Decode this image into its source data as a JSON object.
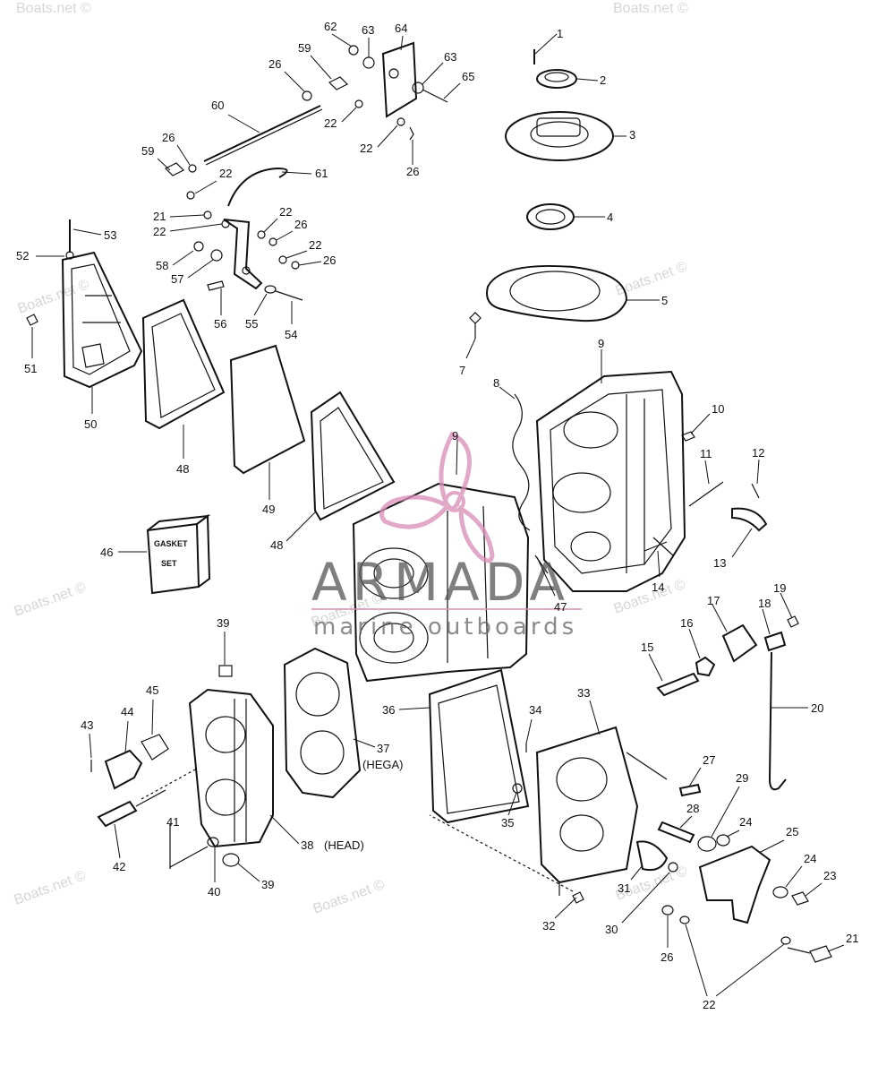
{
  "diagram": {
    "watermarks": [
      {
        "text": "Boats.net ©"
      },
      {
        "text": "Boats.net ©"
      },
      {
        "text": "Boats.net ©"
      },
      {
        "text": "Boats.net ©"
      },
      {
        "text": "Boats.net ©"
      },
      {
        "text": "Boats.net ©"
      },
      {
        "text": "Boats.net ©"
      },
      {
        "text": "Boats.net ©"
      },
      {
        "text": "Boats.net ©"
      },
      {
        "text": "Boats.net ©"
      }
    ],
    "brand": {
      "name": "ARMADA",
      "tagline": "marine outboards",
      "colors": {
        "logo": "#d98bb6",
        "text": "#555555"
      }
    },
    "gasket_box": {
      "line1": "GASKET",
      "line2": "SET"
    },
    "callouts": [
      "1",
      "2",
      "3",
      "4",
      "5",
      "7",
      "9",
      "8",
      "10",
      "11",
      "12",
      "13",
      "14",
      "9",
      "47",
      "15",
      "16",
      "17",
      "18",
      "19",
      "20",
      "62",
      "63",
      "64",
      "63",
      "65",
      "59",
      "26",
      "60",
      "22",
      "22",
      "26",
      "26",
      "59",
      "22",
      "61",
      "21",
      "22",
      "22",
      "26",
      "22",
      "26",
      "53",
      "52",
      "58",
      "57",
      "56",
      "55",
      "54",
      "51",
      "50",
      "48",
      "49",
      "48",
      "46",
      "39",
      "45",
      "44",
      "43",
      "42",
      "41",
      "40",
      "39",
      "38",
      "(HEAD)",
      "37",
      "(HEGA)",
      "36",
      "34",
      "33",
      "35",
      "27",
      "28",
      "29",
      "24",
      "25",
      "24",
      "23",
      "31",
      "30",
      "32",
      "26",
      "21",
      "22"
    ]
  }
}
